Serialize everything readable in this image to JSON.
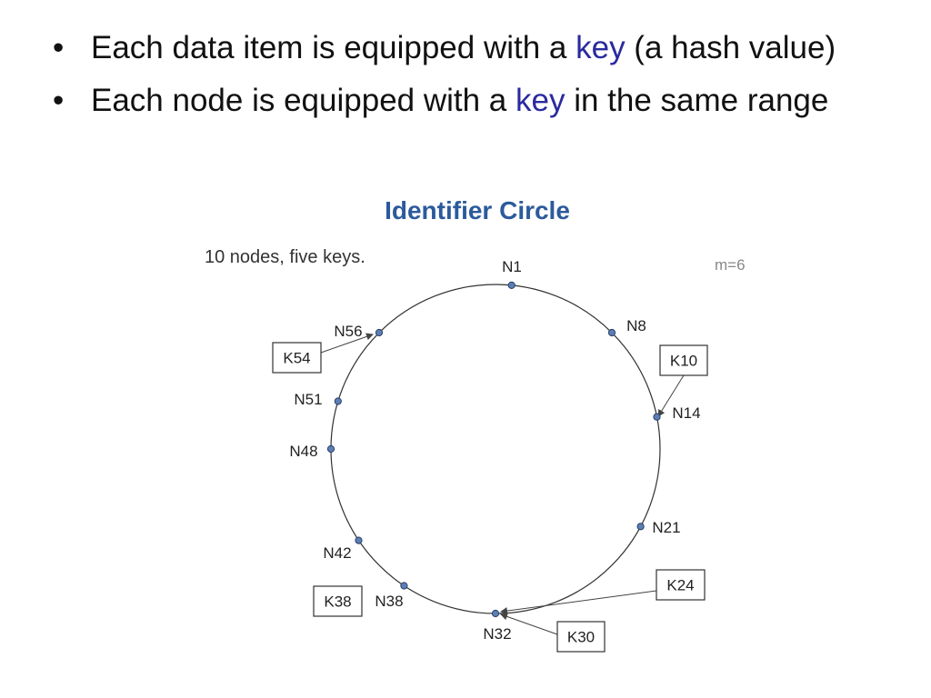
{
  "bullets": [
    {
      "dot": "•",
      "before": "Each data item is equipped with a ",
      "keyword": "key",
      "after": " (a hash value)"
    },
    {
      "dot": "•",
      "before": "Each node is equipped with a ",
      "keyword": "key",
      "after": " in the same range"
    }
  ],
  "diagram": {
    "title": "Identifier Circle",
    "caption": "10 nodes, five keys.",
    "m_label": "m=6",
    "identifier_space_size": 64,
    "nodes": [
      {
        "id": 1,
        "label": "N1"
      },
      {
        "id": 8,
        "label": "N8"
      },
      {
        "id": 14,
        "label": "N14"
      },
      {
        "id": 21,
        "label": "N21"
      },
      {
        "id": 32,
        "label": "N32"
      },
      {
        "id": 38,
        "label": "N38"
      },
      {
        "id": 42,
        "label": "N42"
      },
      {
        "id": 48,
        "label": "N48"
      },
      {
        "id": 51,
        "label": "N51"
      },
      {
        "id": 56,
        "label": "N56"
      }
    ],
    "keys": [
      {
        "id": 10,
        "label": "K10",
        "assigned_node": "N14"
      },
      {
        "id": 24,
        "label": "K24",
        "assigned_node": "N32"
      },
      {
        "id": 30,
        "label": "K30",
        "assigned_node": "N32"
      },
      {
        "id": 38,
        "label": "K38",
        "assigned_node": "N38"
      },
      {
        "id": 54,
        "label": "K54",
        "assigned_node": "N56"
      }
    ],
    "colors": {
      "title": "#2c5a9c",
      "keyword": "#2a2aa0",
      "node_fill": "#5b7fb5"
    }
  }
}
